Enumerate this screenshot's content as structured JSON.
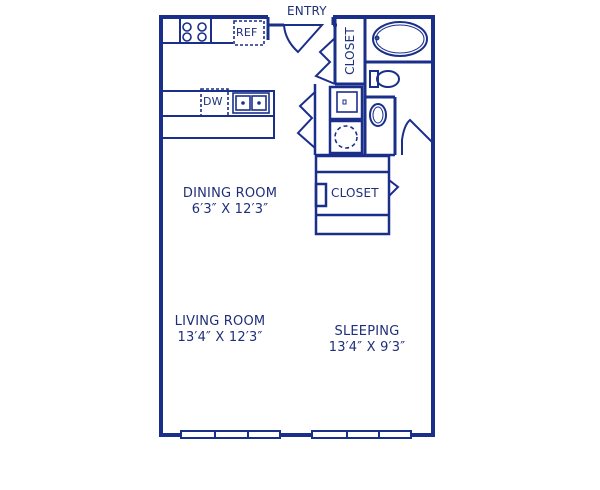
{
  "floorplan": {
    "stroke_color": "#1a2f8a",
    "labels": {
      "entry": "ENTRY",
      "ref": "REF",
      "dw": "DW",
      "closet_top": "CLOSET",
      "closet_mid": "CLOSET"
    },
    "rooms": [
      {
        "name": "DINING ROOM",
        "dimensions": "6′3″ X 12′3″"
      },
      {
        "name": "LIVING ROOM",
        "dimensions": "13′4″ X 12′3″"
      },
      {
        "name": "SLEEPING",
        "dimensions": "13′4″ X 9′3″"
      }
    ]
  }
}
